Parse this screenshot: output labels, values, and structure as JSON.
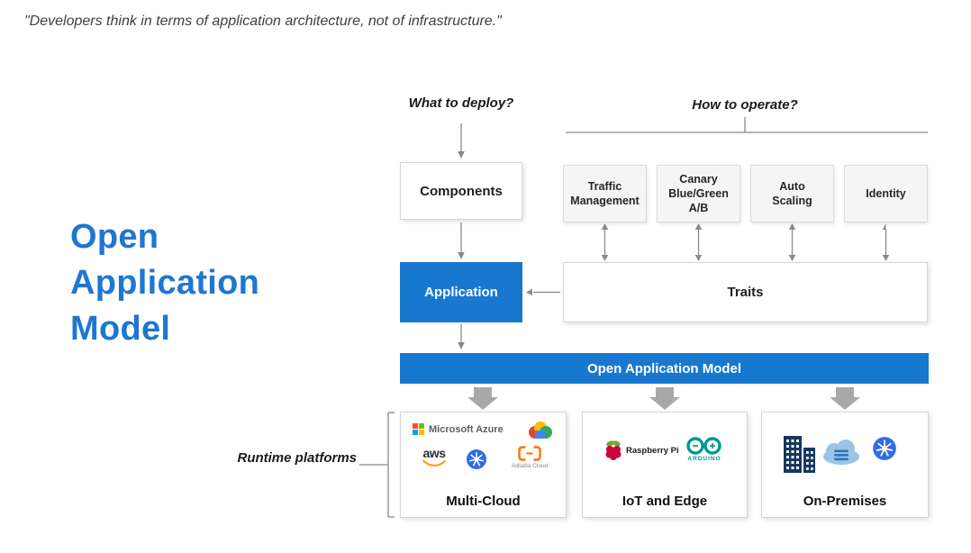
{
  "quote": "\"Developers think in terms of application architecture, not of infrastructure.\"",
  "title_lines": [
    "Open",
    "Application",
    "Model"
  ],
  "labels": {
    "what_to_deploy": "What to deploy?",
    "how_to_operate": "How to operate?",
    "runtime_platforms": "Runtime platforms"
  },
  "nodes": {
    "components": "Components",
    "application": "Application",
    "traits": "Traits",
    "oam_bar": "Open Application Model"
  },
  "trait_boxes": [
    {
      "label": "Traffic\nManagement"
    },
    {
      "label": "Canary\nBlue/Green\nA/B"
    },
    {
      "label": "Auto\nScaling"
    },
    {
      "label": "Identity"
    }
  ],
  "platforms": [
    {
      "label": "Multi-Cloud",
      "azure_text": "Microsoft Azure",
      "aws_text": "aws",
      "alibaba_text": "Alibaba Cloud",
      "icons": [
        "microsoft-azure-logo",
        "google-cloud-icon",
        "aws-logo",
        "kubernetes-icon",
        "alibaba-cloud-icon"
      ]
    },
    {
      "label": "IoT and Edge",
      "raspberry_text": "Raspberry Pi",
      "arduino_text": "ARDUINO",
      "icons": [
        "raspberry-pi-logo",
        "arduino-logo"
      ]
    },
    {
      "label": "On-Premises",
      "icons": [
        "building-icon",
        "cloud-servers-icon",
        "kubernetes-icon"
      ]
    }
  ],
  "colors": {
    "primary_blue": "#1878d0",
    "title_blue": "#1f76d2",
    "arrow_gray": "#8a8a8a",
    "block_arrow_gray": "#a8a8a8",
    "trait_box_bg": "#f5f5f5"
  }
}
